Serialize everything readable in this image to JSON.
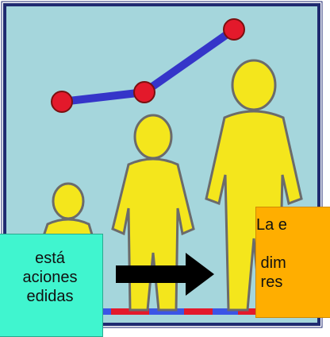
{
  "colors": {
    "panel_background": "#a5d6dc",
    "panel_border": "#1f2a70",
    "figure_fill": "#f4e61c",
    "figure_outline": "#6b6b6b",
    "trend_line": "#3535c9",
    "trend_point": "#e3192b",
    "baseline_blue": "#3b55e6",
    "baseline_red": "#e3192b",
    "arrow": "#000000",
    "left_callout_bg": "#40f5cf",
    "right_callout_bg": "#ffae00"
  },
  "left_callout": {
    "text": "está\naciones\nedidas"
  },
  "right_callout": {
    "text": "La e\n\n dim\n res"
  },
  "icons": {
    "figures": "three-people-silhouettes",
    "trend": "growth-line-with-points",
    "arrow": "right-arrow-icon"
  }
}
